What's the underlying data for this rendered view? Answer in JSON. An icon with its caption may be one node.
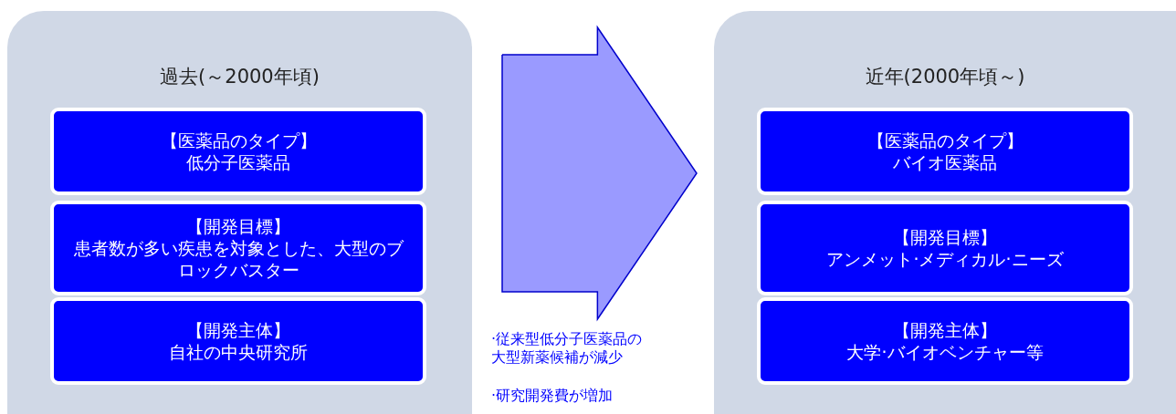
{
  "diagram": {
    "nodes": [
      {
        "text": [
          "過去(～2000年頃)"
        ]
      },
      {
        "text": [
          "【医薬品のタイプ】",
          "低分子医薬品"
        ],
        "in": 0
      },
      {
        "text": [
          "【開発目標】",
          "患者数が多い疾患を対象とした、大型のブロックバスター"
        ],
        "in": 0
      },
      {
        "text": [
          "【開発主体】",
          "自社の中央研究所"
        ],
        "in": 0
      },
      {
        "text": [
          "近年(2000年頃～)"
        ]
      },
      {
        "text": [
          "【医薬品のタイプ】",
          "バイオ医薬品"
        ],
        "in": 4
      },
      {
        "text": [
          "【開発目標】",
          "アンメット·メディカル·ニーズ"
        ],
        "in": 4
      },
      {
        "text": [
          "【開発主体】",
          "大学·バイオベンチャー等"
        ],
        "in": 4
      }
    ],
    "edges": [
      {
        "from": 0,
        "to": 4,
        "arrow": "to",
        "style": "thick"
      }
    ],
    "labels": [
      "·従来型低分子医薬品の大型新薬候補が減少",
      "·研究開発費が増加"
    ]
  }
}
